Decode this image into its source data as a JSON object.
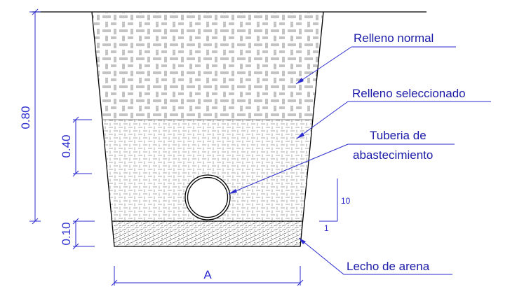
{
  "labels": {
    "relleno_normal": "Relleno normal",
    "relleno_seleccionado": "Relleno seleccionado",
    "tuberia_line1": "Tuberia de",
    "tuberia_line2": "abastecimiento",
    "lecho_arena": "Lecho de arena"
  },
  "dimensions": {
    "total_depth": "0.80",
    "selected_fill": "0.40",
    "sand_bed": "0.10",
    "width": "A",
    "slope_rise": "10",
    "slope_run": "1"
  },
  "colors": {
    "dimension": "#2b2bd0",
    "label": "#1a1aa8",
    "outline": "#000000",
    "hatch": "#8a8a8a"
  }
}
